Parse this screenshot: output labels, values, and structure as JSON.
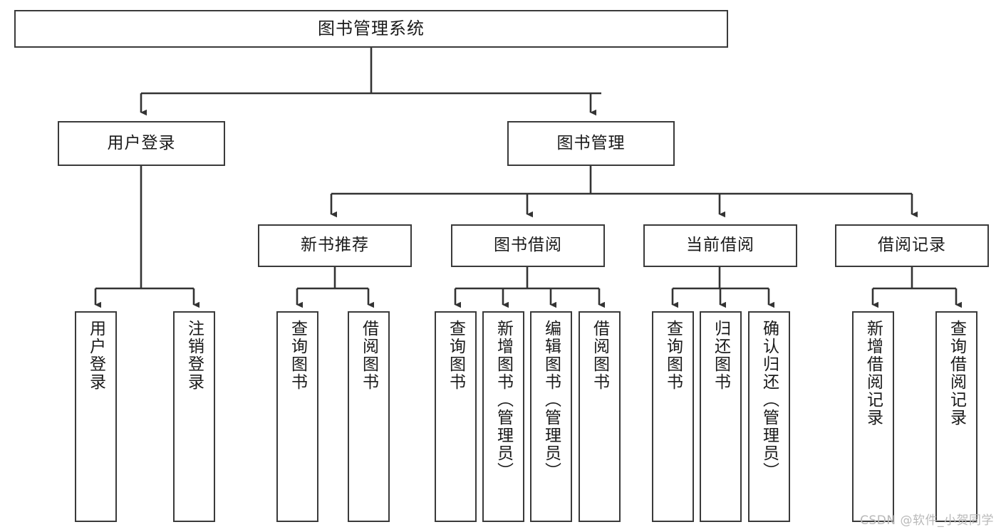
{
  "diagram": {
    "title": "图书管理系统",
    "type": "tree-hierarchy",
    "watermark": "CSDN @软件_小贺同学",
    "colors": {
      "background": "#ffffff",
      "box_border": "#3a3a3a",
      "box_fill": "#ffffff",
      "text": "#1a1a1a",
      "connector": "#333333",
      "watermark": "#b9b9b9"
    },
    "root": {
      "label": "图书管理系统"
    },
    "level2": [
      {
        "label": "用户登录"
      },
      {
        "label": "图书管理"
      }
    ],
    "level3": [
      {
        "label": "新书推荐"
      },
      {
        "label": "图书借阅"
      },
      {
        "label": "当前借阅"
      },
      {
        "label": "借阅记录"
      }
    ],
    "leaves": {
      "user_login": [
        {
          "label": "用户登录"
        },
        {
          "label": "注销登录"
        }
      ],
      "new_book_recommend": [
        {
          "label": "查询图书"
        },
        {
          "label": "借阅图书"
        }
      ],
      "book_borrow": [
        {
          "label": "查询图书"
        },
        {
          "label": "新增图书（管理员）"
        },
        {
          "label": "编辑图书（管理员）"
        },
        {
          "label": "借阅图书"
        }
      ],
      "current_borrow": [
        {
          "label": "查询图书"
        },
        {
          "label": "归还图书"
        },
        {
          "label": "确认归还（管理员）"
        }
      ],
      "borrow_record": [
        {
          "label": "新增借阅记录"
        },
        {
          "label": "查询借阅记录"
        }
      ]
    }
  }
}
